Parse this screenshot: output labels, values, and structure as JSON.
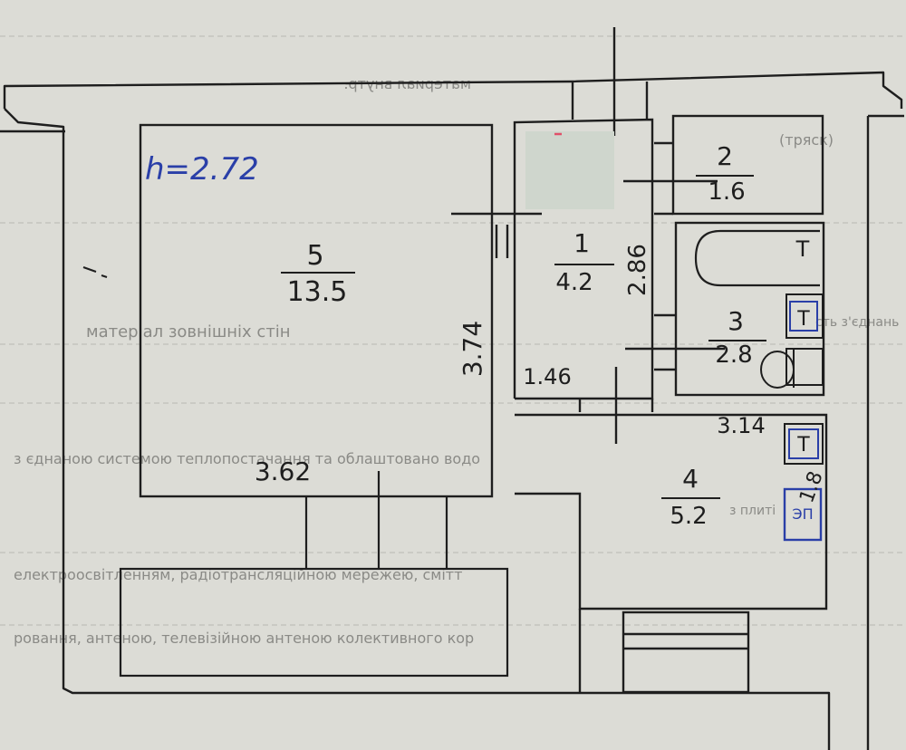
{
  "plan": {
    "ceiling_height": "h=2.72",
    "rooms": [
      {
        "number": "5",
        "area": "13.5"
      },
      {
        "number": "1",
        "area": "4.2"
      },
      {
        "number": "2",
        "area": "1.6"
      },
      {
        "number": "3",
        "area": "2.8"
      },
      {
        "number": "4",
        "area": "5.2"
      }
    ],
    "dimensions": {
      "room5_width": "3.62",
      "room5_depth": "3.74",
      "room1_width": "1.46",
      "room1_depth": "2.86",
      "room4_width": "3.14",
      "room4_depth": "1.8"
    },
    "fixtures": {
      "toilet_symbol": "T",
      "sink_symbol": "T",
      "stove_symbol": "T",
      "stove_label": "ЭП"
    }
  },
  "bleedthrough": {
    "line1": "материал внутр.",
    "line2": "(тряск)",
    "line3": "матеріал зовнішніх стін",
    "line4": "сть з'єднань",
    "line5": "з плиті",
    "line6": "електроосвітленням, радіотрансляційною мережею, смітт",
    "line7": "ровання, антеною, телевізійною антеною колективного кор",
    "line8": "з єднаною системою теплопостачання та облаштовано водо"
  },
  "colors": {
    "paper": "#dcdcd6",
    "ink": "#1e1e1e",
    "blue_ink": "#2a3fa8",
    "redaction": "#cfd6cd",
    "mirror": "#8a8a86"
  }
}
